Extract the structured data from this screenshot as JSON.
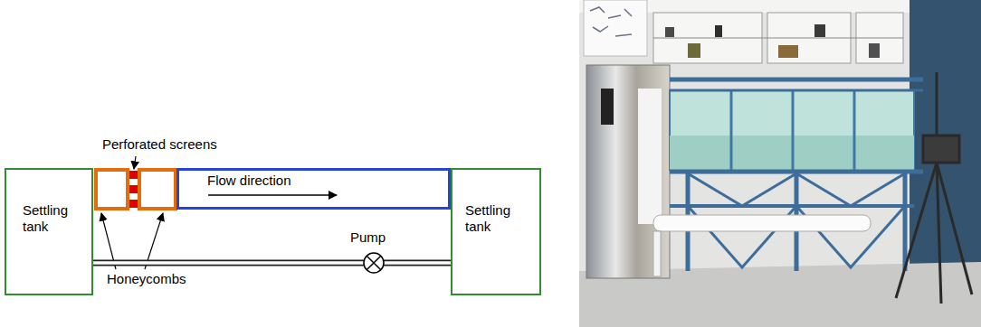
{
  "diagram": {
    "nodes": [
      {
        "text": [
          "Settling tank"
        ]
      },
      {
        "text": [
          "Flow direction"
        ]
      },
      {
        "text": [
          "Settling tank"
        ]
      }
    ],
    "edges": [
      {
        "from": 0,
        "to": 2,
        "arrow": "none"
      }
    ],
    "labels": [
      "Perforated screens",
      "Honeycombs",
      "Pump"
    ]
  }
}
